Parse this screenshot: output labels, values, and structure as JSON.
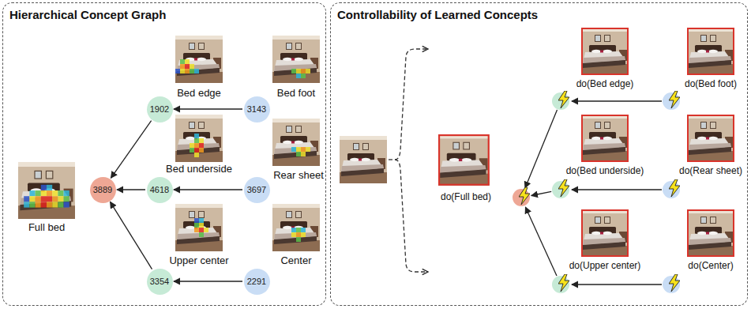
{
  "diagram": {
    "nodes": [
      {
        "text": [
          "Hierarchical Concept Graph"
        ]
      },
      {
        "text": [
          "3889"
        ],
        "in": 0
      },
      {
        "text": [
          "1902"
        ],
        "in": 0
      },
      {
        "text": [
          "3143"
        ],
        "in": 0
      },
      {
        "text": [
          "4618"
        ],
        "in": 0
      },
      {
        "text": [
          "3697"
        ],
        "in": 0
      },
      {
        "text": [
          "3354"
        ],
        "in": 0
      },
      {
        "text": [
          "2291"
        ],
        "in": 0
      },
      {
        "text": [
          "Controllability of Learned Concepts"
        ]
      }
    ],
    "edges": [
      {
        "from": 3,
        "to": 2,
        "arrow": "to"
      },
      {
        "from": 5,
        "to": 4,
        "arrow": "to"
      },
      {
        "from": 7,
        "to": 6,
        "arrow": "to"
      },
      {
        "from": 2,
        "to": 1,
        "arrow": "to"
      },
      {
        "from": 4,
        "to": 1,
        "arrow": "to"
      },
      {
        "from": 6,
        "to": 1,
        "arrow": "to"
      }
    ],
    "labels": [
      "Full bed",
      "Bed edge",
      "Bed foot",
      "Bed underside",
      "Rear sheet",
      "Upper center",
      "Center",
      "do(Full bed)",
      "do(Bed edge)",
      "do(Bed foot)",
      "do(Bed underside)",
      "do(Rear sheet)",
      "do(Upper center)",
      "do(Center)"
    ]
  }
}
